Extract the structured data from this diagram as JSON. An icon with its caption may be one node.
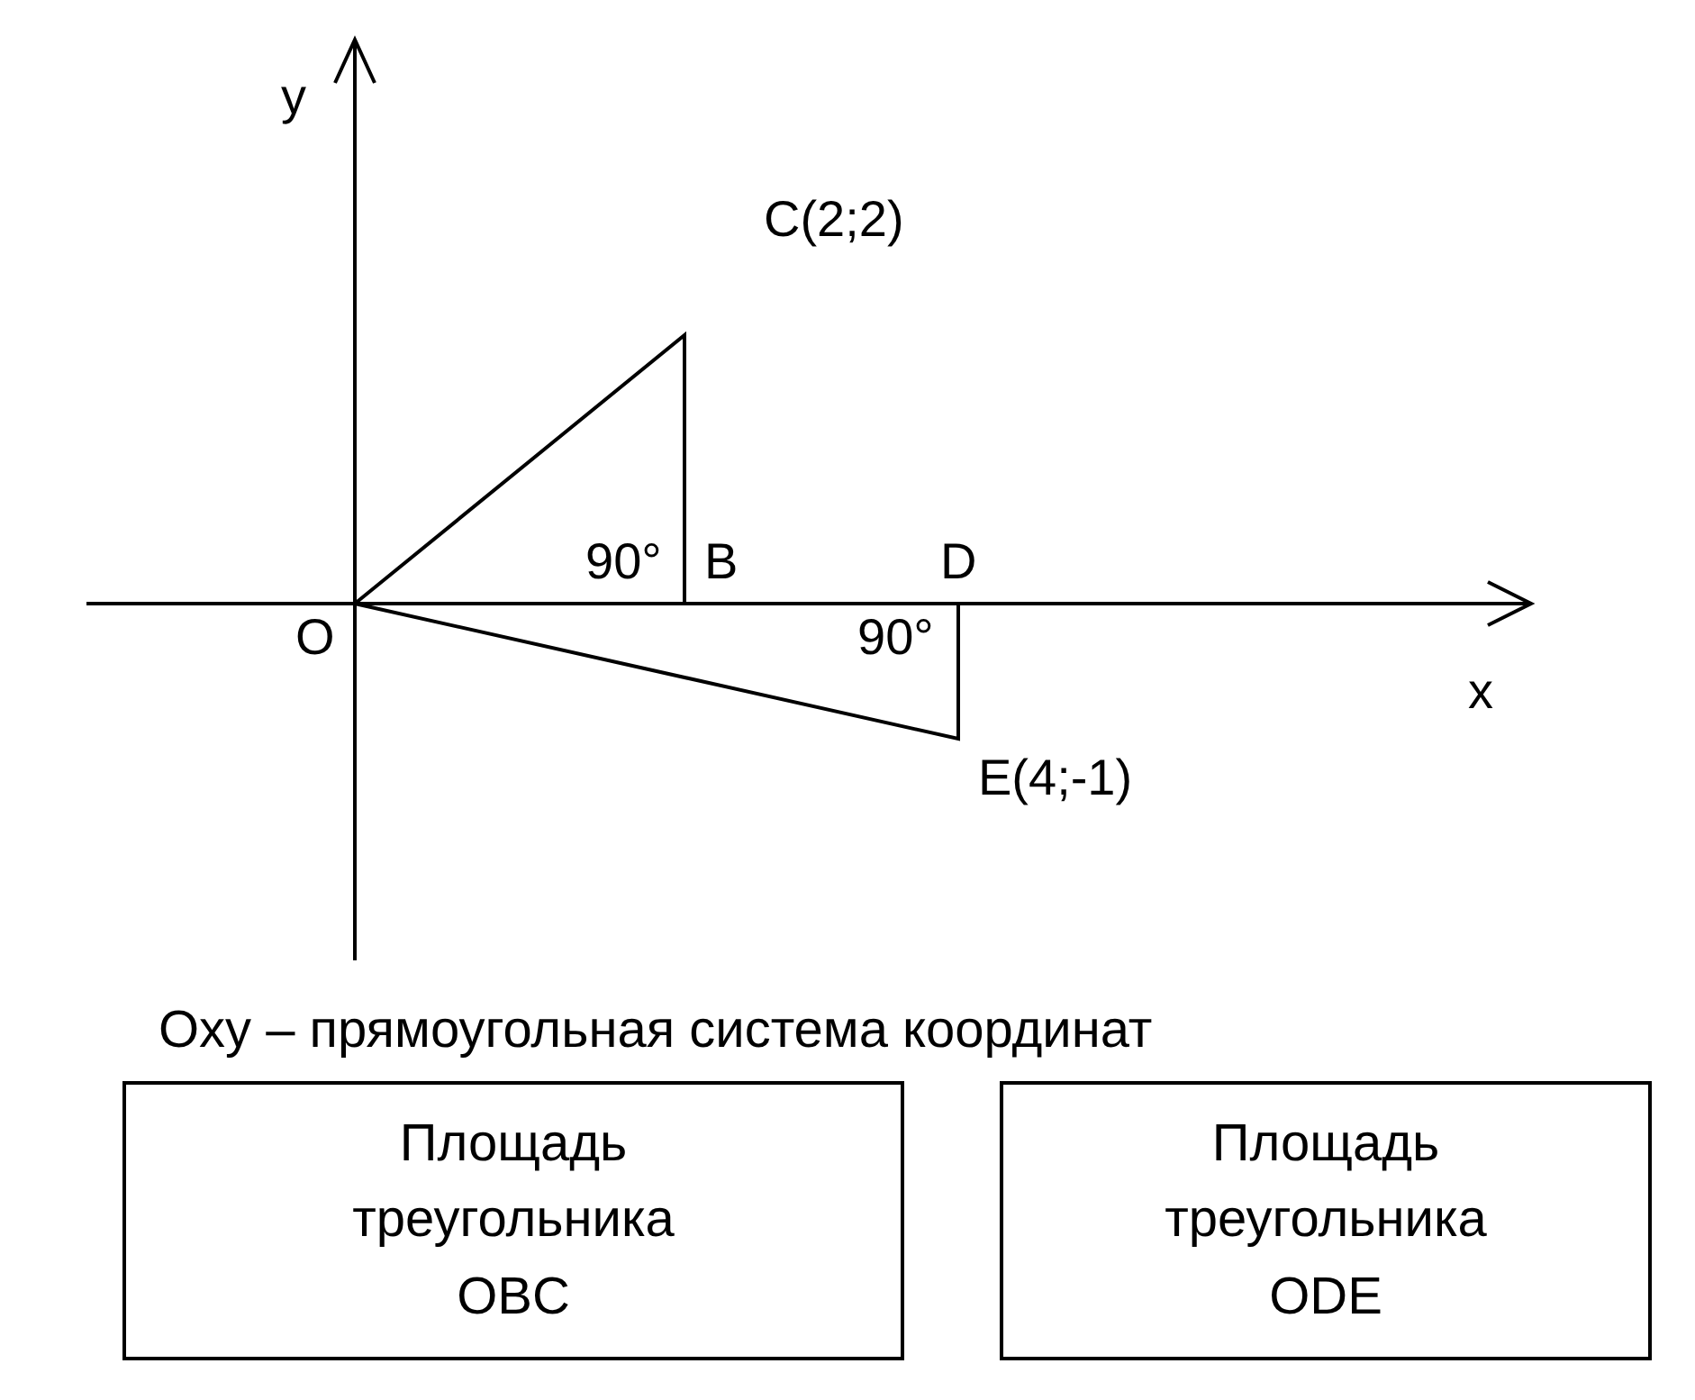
{
  "diagram": {
    "caption": "Oxy – прямоугольная система координат",
    "nodes": [
      {
        "text": [
          "Площадь треугольника OBC"
        ]
      },
      {
        "text": [
          "Площадь треугольника ODE"
        ]
      }
    ],
    "labels": [
      "y",
      "C(2;2)",
      "90°",
      "B",
      "D",
      "O",
      "90°",
      "x",
      "E(4;-1)"
    ]
  }
}
